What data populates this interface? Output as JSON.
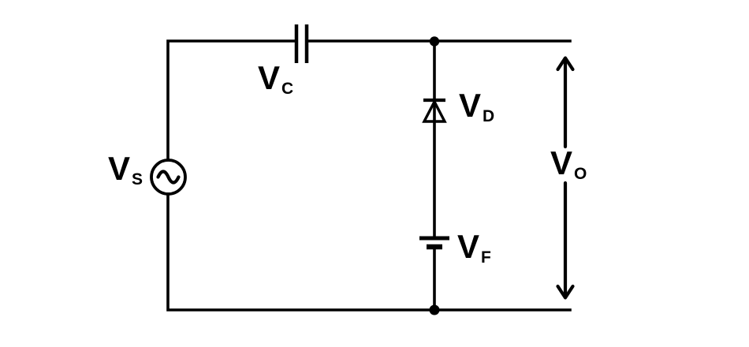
{
  "diagram": {
    "colors": {
      "stroke": "#000000",
      "background": "#ffffff"
    },
    "labels": {
      "source": {
        "main": "V",
        "sub": "S"
      },
      "capacitor": {
        "main": "V",
        "sub": "C"
      },
      "diode": {
        "main": "V",
        "sub": "D"
      },
      "battery": {
        "main": "V",
        "sub": "F"
      },
      "output": {
        "main": "V",
        "sub": "O"
      }
    },
    "components": [
      "ac-voltage-source-icon",
      "capacitor-icon",
      "diode-icon",
      "battery-icon",
      "output-voltage-arrows"
    ]
  }
}
